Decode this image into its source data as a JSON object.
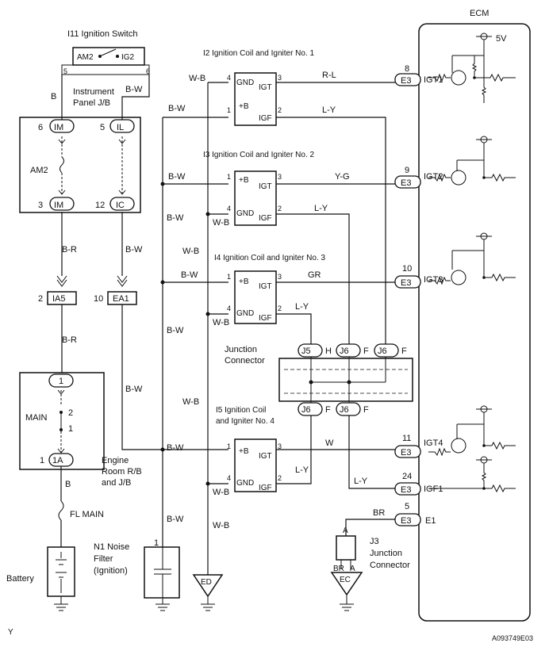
{
  "ecm": {
    "title": "ECM",
    "supply": "5V"
  },
  "ignition_switch": {
    "title": "I11  Ignition Switch",
    "am2": "AM2",
    "ig2": "IG2",
    "pin_left": "5",
    "pin_right": "6"
  },
  "instrument_panel": {
    "label_1": "Instrument",
    "label_2": "Panel J/B",
    "pin_im_top": "6",
    "im": "IM",
    "pin_il": "5",
    "il": "IL",
    "am2": "AM2",
    "pin_im_bot": "3",
    "pin_ic": "12",
    "ic": "IC"
  },
  "connectors": {
    "ia5_pin": "2",
    "ia5": "IA5",
    "ea1_pin": "10",
    "ea1": "EA1"
  },
  "main_block": {
    "label": "MAIN",
    "pin_top": "1",
    "pin_2": "2",
    "pin_1": "1",
    "pin_bot_num": "1",
    "pin_bot": "1A"
  },
  "engine_room": {
    "line_1": "Engine",
    "line_2": "Room R/B",
    "line_3": "and J/B"
  },
  "fl_main": "FL MAIN",
  "battery": "Battery",
  "noise_filter": {
    "pin": "1",
    "line_1": "N1 Noise",
    "line_2": "Filter",
    "line_3": "(Ignition)"
  },
  "coils": [
    {
      "title": "I2  Ignition Coil and Igniter No. 1",
      "gnd": "GND",
      "plus_b": "+B",
      "igt": "IGT",
      "igf": "IGF",
      "pin_gnd": "4",
      "pin_b": "1",
      "pin_igt": "3",
      "pin_igf": "2"
    },
    {
      "title": "I3  Ignition Coil and Igniter No. 2",
      "gnd": "GND",
      "plus_b": "+B",
      "igt": "IGT",
      "igf": "IGF",
      "pin_gnd": "4",
      "pin_b": "1",
      "pin_igt": "3",
      "pin_igf": "2"
    },
    {
      "title": "I4 Ignition Coil and Igniter No. 3",
      "gnd": "GND",
      "plus_b": "+B",
      "igt": "IGT",
      "igf": "IGF",
      "pin_gnd": "4",
      "pin_b": "1",
      "pin_igt": "3",
      "pin_igf": "2"
    },
    {
      "title_1": "I5  Ignition Coil",
      "title_2": "and Igniter No. 4",
      "gnd": "GND",
      "plus_b": "+B",
      "igt": "IGT",
      "igf": "IGF",
      "pin_gnd": "4",
      "pin_b": "1",
      "pin_igt": "3",
      "pin_igf": "2"
    }
  ],
  "junction": {
    "line_1": "Junction",
    "line_2": "Connector",
    "j5": "J5",
    "h": "H",
    "j6": "J6",
    "f": "F"
  },
  "j3": {
    "a": "A",
    "line_1": "J3",
    "line_2": "Junction",
    "line_3": "Connector",
    "br": "BR",
    "ec": "EC"
  },
  "ecm_pins": [
    {
      "num": "8",
      "conn": "E3",
      "name": "IGT1"
    },
    {
      "num": "9",
      "conn": "E3",
      "name": "IGT2"
    },
    {
      "num": "10",
      "conn": "E3",
      "name": "IGT3"
    },
    {
      "num": "11",
      "conn": "E3",
      "name": "IGT4"
    },
    {
      "num": "24",
      "conn": "E3",
      "name": "IGF1"
    },
    {
      "num": "5",
      "conn": "E3",
      "name": "E1"
    }
  ],
  "wires": {
    "b": "B",
    "bw": "B-W",
    "br_color": "B-R",
    "wb": "W-B",
    "rl": "R-L",
    "ly": "L-Y",
    "yg": "Y-G",
    "gr": "GR",
    "w": "W",
    "br": "BR"
  },
  "ground_ed": "ED",
  "footer": {
    "code": "A093749E03",
    "mark": "Y"
  }
}
